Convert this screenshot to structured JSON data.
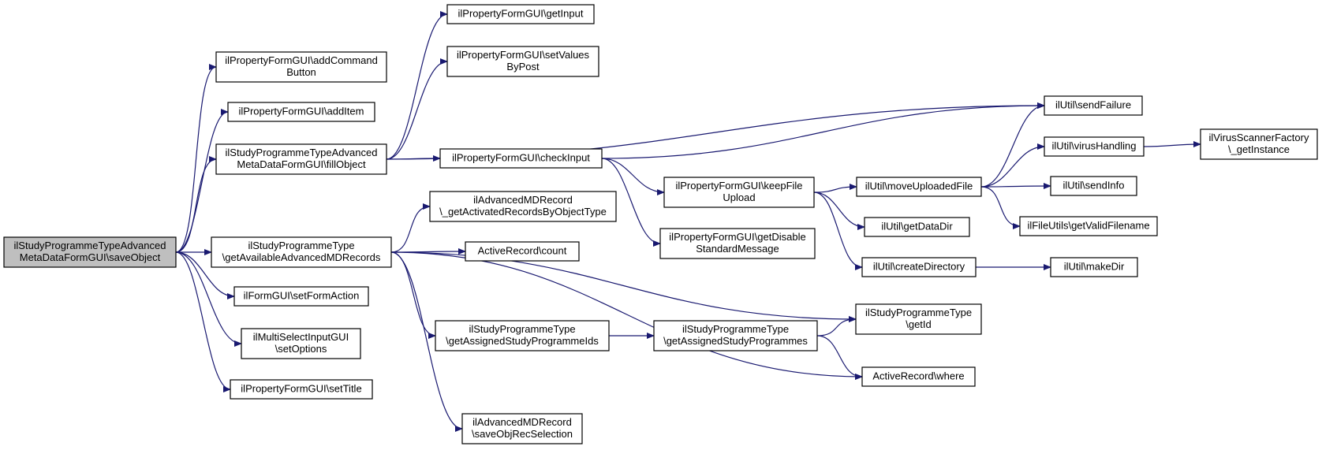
{
  "colors": {
    "edge": "#191970",
    "root_fill": "#bfbfbf",
    "node_fill": "#ffffff",
    "border": "#000000"
  },
  "nodes": [
    {
      "id": "save",
      "lines": [
        "ilStudyProgrammeTypeAdvanced",
        "MetaDataFormGUI\\saveObject"
      ],
      "root": true
    },
    {
      "id": "addcmd",
      "lines": [
        "ilPropertyFormGUI\\addCommand",
        "Button"
      ]
    },
    {
      "id": "additem",
      "lines": [
        "ilPropertyFormGUI\\addItem"
      ]
    },
    {
      "id": "fill",
      "lines": [
        "ilStudyProgrammeTypeAdvanced",
        "MetaDataFormGUI\\fillObject"
      ]
    },
    {
      "id": "getavail",
      "lines": [
        "ilStudyProgrammeType",
        "\\getAvailableAdvancedMDRecords"
      ]
    },
    {
      "id": "setform",
      "lines": [
        "ilFormGUI\\setFormAction"
      ]
    },
    {
      "id": "multisel",
      "lines": [
        "ilMultiSelectInputGUI",
        "\\setOptions"
      ]
    },
    {
      "id": "settitle",
      "lines": [
        "ilPropertyFormGUI\\setTitle"
      ]
    },
    {
      "id": "getinput",
      "lines": [
        "ilPropertyFormGUI\\getInput"
      ]
    },
    {
      "id": "setvals",
      "lines": [
        "ilPropertyFormGUI\\setValues",
        "ByPost"
      ]
    },
    {
      "id": "checkin",
      "lines": [
        "ilPropertyFormGUI\\checkInput"
      ]
    },
    {
      "id": "getact",
      "lines": [
        "ilAdvancedMDRecord",
        "\\_getActivatedRecordsByObjectType"
      ]
    },
    {
      "id": "count",
      "lines": [
        "ActiveRecord\\count"
      ]
    },
    {
      "id": "getassids",
      "lines": [
        "ilStudyProgrammeType",
        "\\getAssignedStudyProgrammeIds"
      ]
    },
    {
      "id": "saveobjrec",
      "lines": [
        "ilAdvancedMDRecord",
        "\\saveObjRecSelection"
      ]
    },
    {
      "id": "keepfile",
      "lines": [
        "ilPropertyFormGUI\\keepFile",
        "Upload"
      ]
    },
    {
      "id": "getdisable",
      "lines": [
        "ilPropertyFormGUI\\getDisable",
        "StandardMessage"
      ]
    },
    {
      "id": "getassprogs",
      "lines": [
        "ilStudyProgrammeType",
        "\\getAssignedStudyProgrammes"
      ]
    },
    {
      "id": "sendfail",
      "lines": [
        "ilUtil\\sendFailure"
      ]
    },
    {
      "id": "moveup",
      "lines": [
        "ilUtil\\moveUploadedFile"
      ]
    },
    {
      "id": "getdatadir",
      "lines": [
        "ilUtil\\getDataDir"
      ]
    },
    {
      "id": "createdir",
      "lines": [
        "ilUtil\\createDirectory"
      ]
    },
    {
      "id": "getid",
      "lines": [
        "ilStudyProgrammeType",
        "\\getId"
      ]
    },
    {
      "id": "where",
      "lines": [
        "ActiveRecord\\where"
      ]
    },
    {
      "id": "virus",
      "lines": [
        "ilUtil\\virusHandling"
      ]
    },
    {
      "id": "sendinfo",
      "lines": [
        "ilUtil\\sendInfo"
      ]
    },
    {
      "id": "validfn",
      "lines": [
        "ilFileUtils\\getValidFilename"
      ]
    },
    {
      "id": "makedir",
      "lines": [
        "ilUtil\\makeDir"
      ]
    },
    {
      "id": "vsf",
      "lines": [
        "ilVirusScannerFactory",
        "\\_getInstance"
      ]
    }
  ],
  "edges": [
    [
      "save",
      "addcmd"
    ],
    [
      "save",
      "additem"
    ],
    [
      "save",
      "fill"
    ],
    [
      "save",
      "getavail"
    ],
    [
      "save",
      "setform"
    ],
    [
      "save",
      "multisel"
    ],
    [
      "save",
      "settitle"
    ],
    [
      "fill",
      "getinput"
    ],
    [
      "fill",
      "setvals"
    ],
    [
      "fill",
      "checkin"
    ],
    [
      "fill",
      "sendfail"
    ],
    [
      "getavail",
      "getact"
    ],
    [
      "getavail",
      "count"
    ],
    [
      "getavail",
      "getassids"
    ],
    [
      "getavail",
      "saveobjrec"
    ],
    [
      "getavail",
      "getid"
    ],
    [
      "getavail",
      "where"
    ],
    [
      "checkin",
      "keepfile"
    ],
    [
      "checkin",
      "getdisable"
    ],
    [
      "checkin",
      "sendfail"
    ],
    [
      "keepfile",
      "moveup"
    ],
    [
      "keepfile",
      "getdatadir"
    ],
    [
      "keepfile",
      "createdir"
    ],
    [
      "getassids",
      "getassprogs"
    ],
    [
      "getassprogs",
      "getid"
    ],
    [
      "getassprogs",
      "where"
    ],
    [
      "moveup",
      "sendfail"
    ],
    [
      "moveup",
      "virus"
    ],
    [
      "moveup",
      "sendinfo"
    ],
    [
      "moveup",
      "validfn"
    ],
    [
      "createdir",
      "makedir"
    ],
    [
      "virus",
      "vsf"
    ]
  ]
}
